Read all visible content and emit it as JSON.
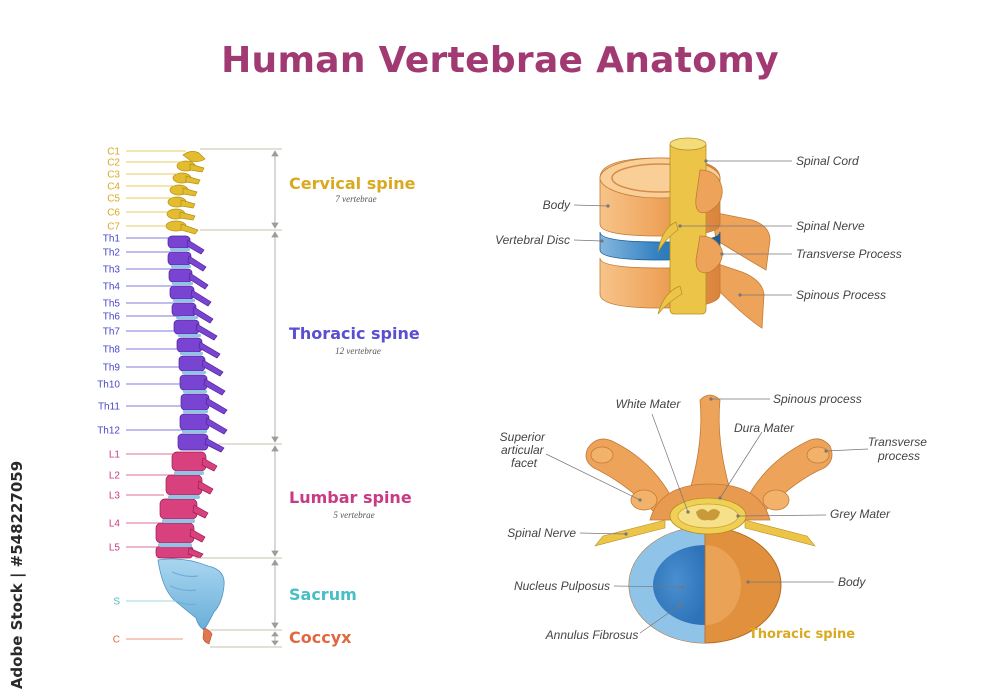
{
  "title": "Human Vertebrae Anatomy",
  "watermark_text": "Adobe Stock | #548227059",
  "colors": {
    "title": "#a13a72",
    "cervical": "#e3bd2f",
    "thoracic": "#7a44d2",
    "lumbar": "#d8407e",
    "sacrum": "#8cc5e8",
    "coccyx": "#e0784f",
    "bone": "#f0a65a",
    "disc": "#2f7fbf"
  },
  "vertebra_labels": [
    {
      "text": "C1",
      "region": "cervical"
    },
    {
      "text": "C2",
      "region": "cervical"
    },
    {
      "text": "C3",
      "region": "cervical"
    },
    {
      "text": "C4",
      "region": "cervical"
    },
    {
      "text": "C5",
      "region": "cervical"
    },
    {
      "text": "C6",
      "region": "cervical"
    },
    {
      "text": "C7",
      "region": "cervical"
    },
    {
      "text": "Th1",
      "region": "thoracic"
    },
    {
      "text": "Th2",
      "region": "thoracic"
    },
    {
      "text": "Th3",
      "region": "thoracic"
    },
    {
      "text": "Th4",
      "region": "thoracic"
    },
    {
      "text": "Th5",
      "region": "thoracic"
    },
    {
      "text": "Th6",
      "region": "thoracic"
    },
    {
      "text": "Th7",
      "region": "thoracic"
    },
    {
      "text": "Th8",
      "region": "thoracic"
    },
    {
      "text": "Th9",
      "region": "thoracic"
    },
    {
      "text": "Th10",
      "region": "thoracic"
    },
    {
      "text": "Th11",
      "region": "thoracic"
    },
    {
      "text": "Th12",
      "region": "thoracic"
    },
    {
      "text": "L1",
      "region": "lumbar"
    },
    {
      "text": "L2",
      "region": "lumbar"
    },
    {
      "text": "L3",
      "region": "lumbar"
    },
    {
      "text": "L4",
      "region": "lumbar"
    },
    {
      "text": "L5",
      "region": "lumbar"
    },
    {
      "text": "S",
      "region": "sacrum"
    },
    {
      "text": "C",
      "region": "coccyx"
    }
  ],
  "regions": [
    {
      "name": "Cervical spine",
      "count": "7 vertebrae",
      "key": "cervical"
    },
    {
      "name": "Thoracic spine",
      "count": "12 vertebrae",
      "key": "thoracic"
    },
    {
      "name": "Lumbar spine",
      "count": "5 vertebrae",
      "key": "lumbar"
    },
    {
      "name": "Sacrum",
      "count": "",
      "key": "sacrum"
    },
    {
      "name": "Coccyx",
      "count": "",
      "key": "coccyx"
    }
  ],
  "side_view_labels": {
    "spinal_cord": "Spinal Cord",
    "body": "Body",
    "spinal_nerve": "Spinal Nerve",
    "vertebral_disc": "Vertebral Disc",
    "transverse_process": "Transverse Process",
    "spinous_process": "Spinous Process"
  },
  "top_view_labels": {
    "white_mater": "White Mater",
    "spinous_process": "Spinous  process",
    "dura_mater": "Dura Mater",
    "superior_articular_facet": [
      "Superior",
      "articular",
      "facet"
    ],
    "transverse_process": [
      "Transverse",
      "process"
    ],
    "grey_mater": "Grey Mater",
    "spinal_nerve": "Spinal Nerve",
    "nucleus_pulposus": "Nucleus Pulposus",
    "body": "Body",
    "annulus_fibrosus": "Annulus Fibrosus",
    "caption": "Thoracic spine"
  }
}
